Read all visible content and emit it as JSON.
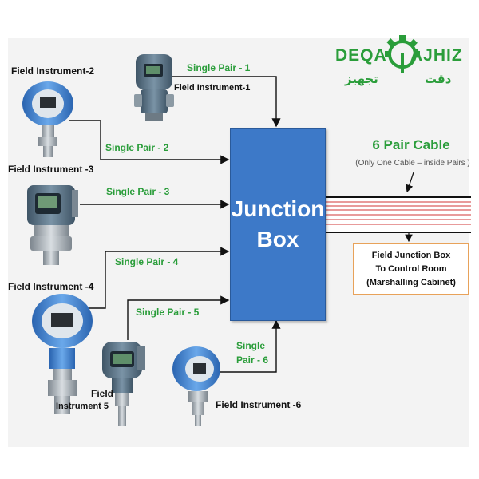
{
  "junction_box": {
    "line1": "Junction",
    "line2": "Box"
  },
  "instruments": {
    "fi1": "Field Instrument-1",
    "fi2": "Field Instrument-2",
    "fi3": "Field Instrument -3",
    "fi4": "Field Instrument -4",
    "fi5_line1": "Field",
    "fi5_line2": "Instrument 5",
    "fi6": "Field Instrument -6"
  },
  "pairs": {
    "p1": "Single Pair - 1",
    "p2": "Single Pair - 2",
    "p3": "Single Pair - 3",
    "p4": "Single Pair - 4",
    "p5": "Single Pair - 5",
    "p6_line1": "Single",
    "p6_line2": "Pair - 6"
  },
  "cable": {
    "title": "6 Pair Cable",
    "note": "(Only One Cable – inside Pairs )"
  },
  "control_room": {
    "line1": "Field Junction Box",
    "line2": "To Control Room",
    "line3": "(Marshalling Cabinet)"
  },
  "logo": {
    "text_left": "DEQA",
    "text_right": "AJHIZ",
    "text_persian_left": "تجهیز",
    "text_persian_right": "دقت"
  },
  "colors": {
    "junction_box": "#3d79c8",
    "pair_label": "#2a9d3a",
    "control_box_border": "#e8a25a",
    "cable_red": "#e07a7a",
    "instrument_blue": "#3a7fd0",
    "instrument_steel": "#9aa3ab"
  }
}
